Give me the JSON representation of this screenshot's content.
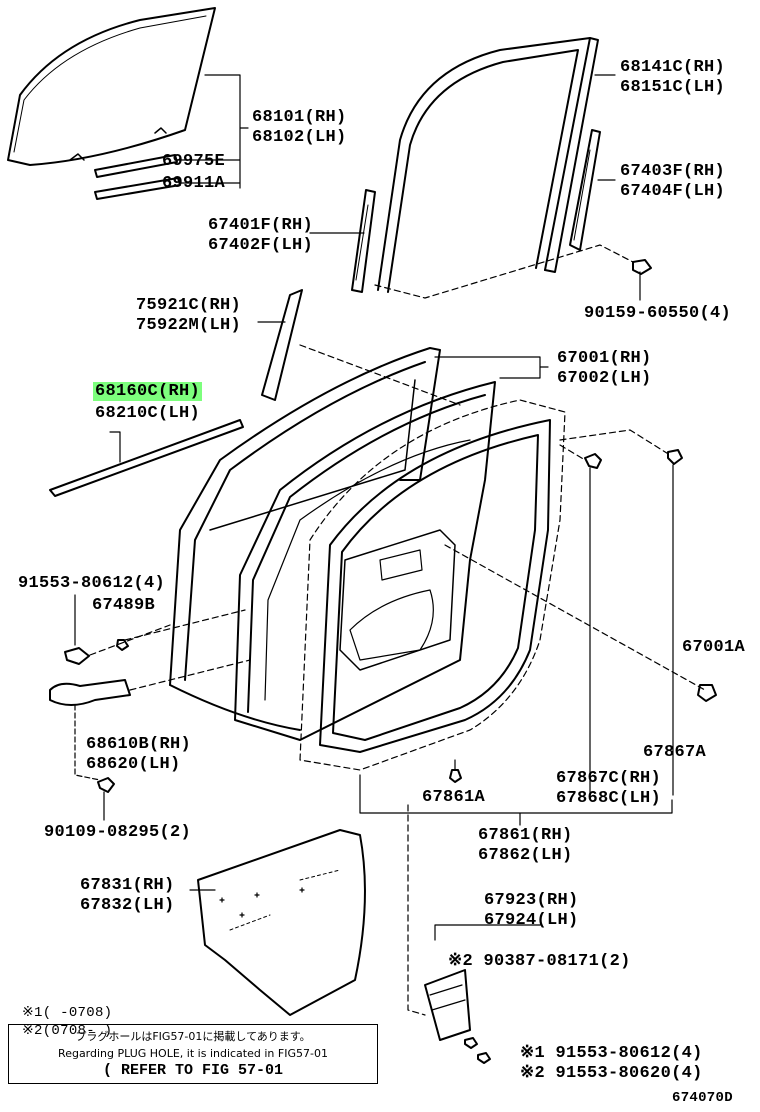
{
  "labels": {
    "p68141c": "68141C(RH)",
    "p68151c": "68151C(LH)",
    "p68101": "68101(RH)",
    "p68102": "68102(LH)",
    "p69975e": "69975E",
    "p69911a": "69911A",
    "p67403f": "67403F(RH)",
    "p67404f": "67404F(LH)",
    "p67401f": "67401F(RH)",
    "p67402f": "67402F(LH)",
    "p90159": "90159-60550(4)",
    "p75921c": "75921C(RH)",
    "p75922m": "75922M(LH)",
    "p67001": "67001(RH)",
    "p67002": "67002(LH)",
    "p68160c": "68160C(RH)",
    "p68210c": "68210C(LH)",
    "p91553a": "91553-80612(4)",
    "p67489b": "67489B",
    "p67001a": "67001A",
    "p68610b": "68610B(RH)",
    "p68620": "68620(LH)",
    "p67867a": "67867A",
    "p67861a": "67861A",
    "p67867c": "67867C(RH)",
    "p67868c": "67868C(LH)",
    "p90109": "90109-08295(2)",
    "p67861": "67861(RH)",
    "p67862": "67862(LH)",
    "p67831": "67831(RH)",
    "p67832": "67832(LH)",
    "p67923": "67923(RH)",
    "p67924": "67924(LH)",
    "p90387": "※2 90387-08171(2)",
    "p91553b": "※1 91553-80612(4)",
    "p91553c": "※2 91553-80620(4)"
  },
  "legend": {
    "note1": "※1(    -0708)",
    "note2": "※2(0708-    )"
  },
  "note_box": {
    "line1": "プラグホールはFIG57-01に掲載してあります。",
    "line2": "Regarding PLUG HOLE, it is indicated in FIG57-01",
    "line3": "( REFER TO FIG 57-01"
  },
  "figure_code": "674070D",
  "highlight_color": "#7dff7d"
}
